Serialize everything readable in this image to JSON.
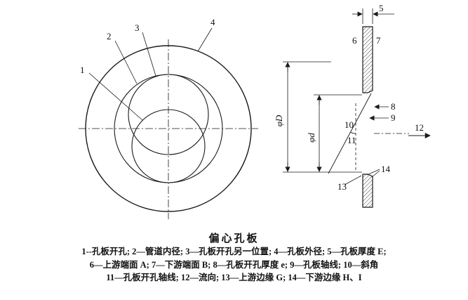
{
  "caption": "偏心孔板",
  "legend": {
    "line1": "1--孔板开孔; 2—管道内径; 3—孔板开孔另一位置; 4—孔板外径; 5—孔板厚度 E;",
    "line2": "6—上游端面 A; 7—下游端面 B; 8—孔板开孔厚度 e; 9—孔板轴线; 10—斜角",
    "line3": "11—孔板开孔轴线; 12—流向; 13—上游边缘 G; 14—下游边缘 H、I"
  },
  "labels": {
    "p1": "1",
    "p2": "2",
    "p3": "3",
    "p4": "4",
    "p5": "5",
    "p6": "6",
    "p7": "7",
    "p8": "8",
    "p9": "9",
    "p10": "10",
    "p11": "11",
    "p12": "12",
    "p13": "13",
    "p14": "14"
  },
  "dimensions": {
    "outer": "φD",
    "bore": "φd"
  },
  "colors": {
    "line": "#1a1a1a",
    "background": "#ffffff"
  }
}
